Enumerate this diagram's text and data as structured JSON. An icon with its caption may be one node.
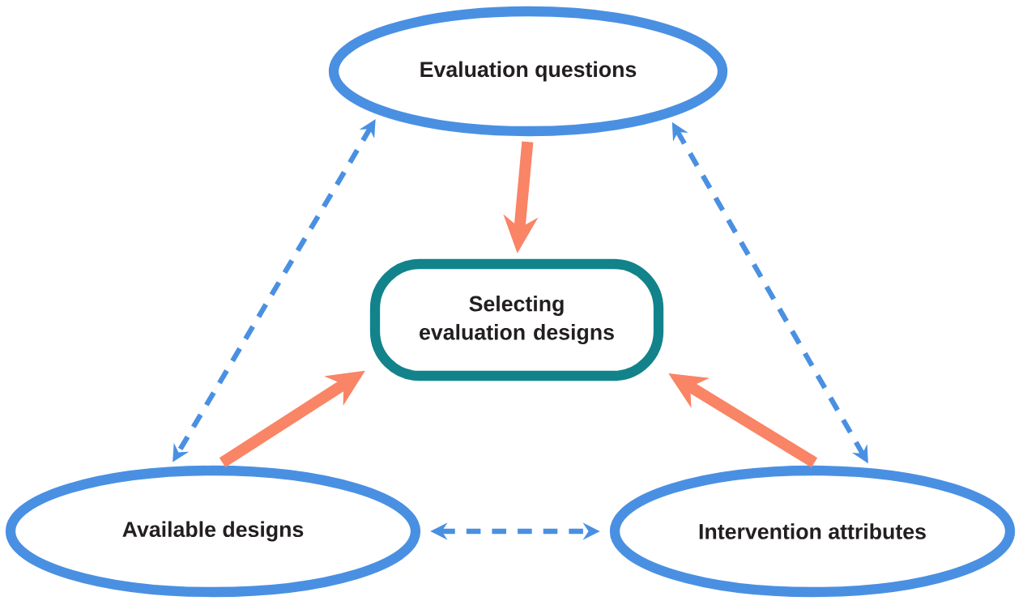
{
  "diagram": {
    "nodes": [
      {
        "text": [
          "Evaluation questions"
        ]
      },
      {
        "text": [
          "Selecting evaluation designs"
        ]
      },
      {
        "text": [
          "Available designs"
        ]
      },
      {
        "text": [
          "Intervention attributes"
        ]
      }
    ],
    "edges": [
      {
        "from": 0,
        "to": 1,
        "arrow": "to",
        "style": "thick",
        "color": "#f98466"
      },
      {
        "from": 2,
        "to": 1,
        "arrow": "to",
        "style": "thick",
        "color": "#f98466"
      },
      {
        "from": 3,
        "to": 1,
        "arrow": "to",
        "style": "thick",
        "color": "#f98466"
      },
      {
        "from": 0,
        "to": 2,
        "arrow": "both",
        "style": "dashed",
        "color": "#4a90e2"
      },
      {
        "from": 0,
        "to": 3,
        "arrow": "both",
        "style": "dashed",
        "color": "#4a90e2"
      },
      {
        "from": 2,
        "to": 3,
        "arrow": "both",
        "style": "dashed",
        "color": "#4a90e2"
      }
    ]
  }
}
